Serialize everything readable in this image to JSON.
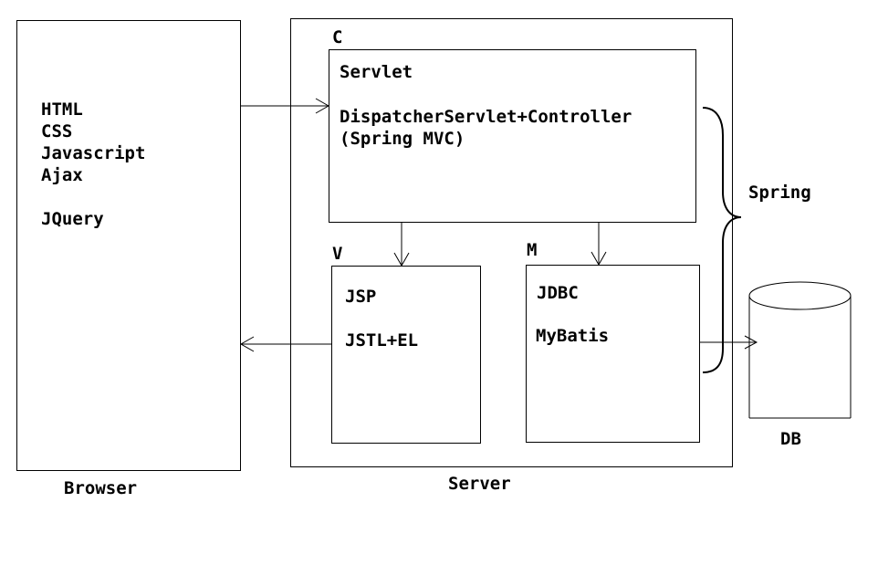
{
  "browser": {
    "caption": "Browser",
    "items": [
      "HTML",
      "CSS",
      "Javascript",
      "Ajax",
      "JQuery"
    ]
  },
  "server": {
    "caption": "Server",
    "controller": {
      "tag": "C",
      "line1": "Servlet",
      "line2": "DispatcherServlet+Controller",
      "line3": "(Spring MVC)"
    },
    "view": {
      "tag": "V",
      "line1": "JSP",
      "line2": "JSTL+EL"
    },
    "model": {
      "tag": "M",
      "line1": "JDBC",
      "line2": "MyBatis"
    }
  },
  "spring_label": "Spring",
  "db_label": "DB"
}
